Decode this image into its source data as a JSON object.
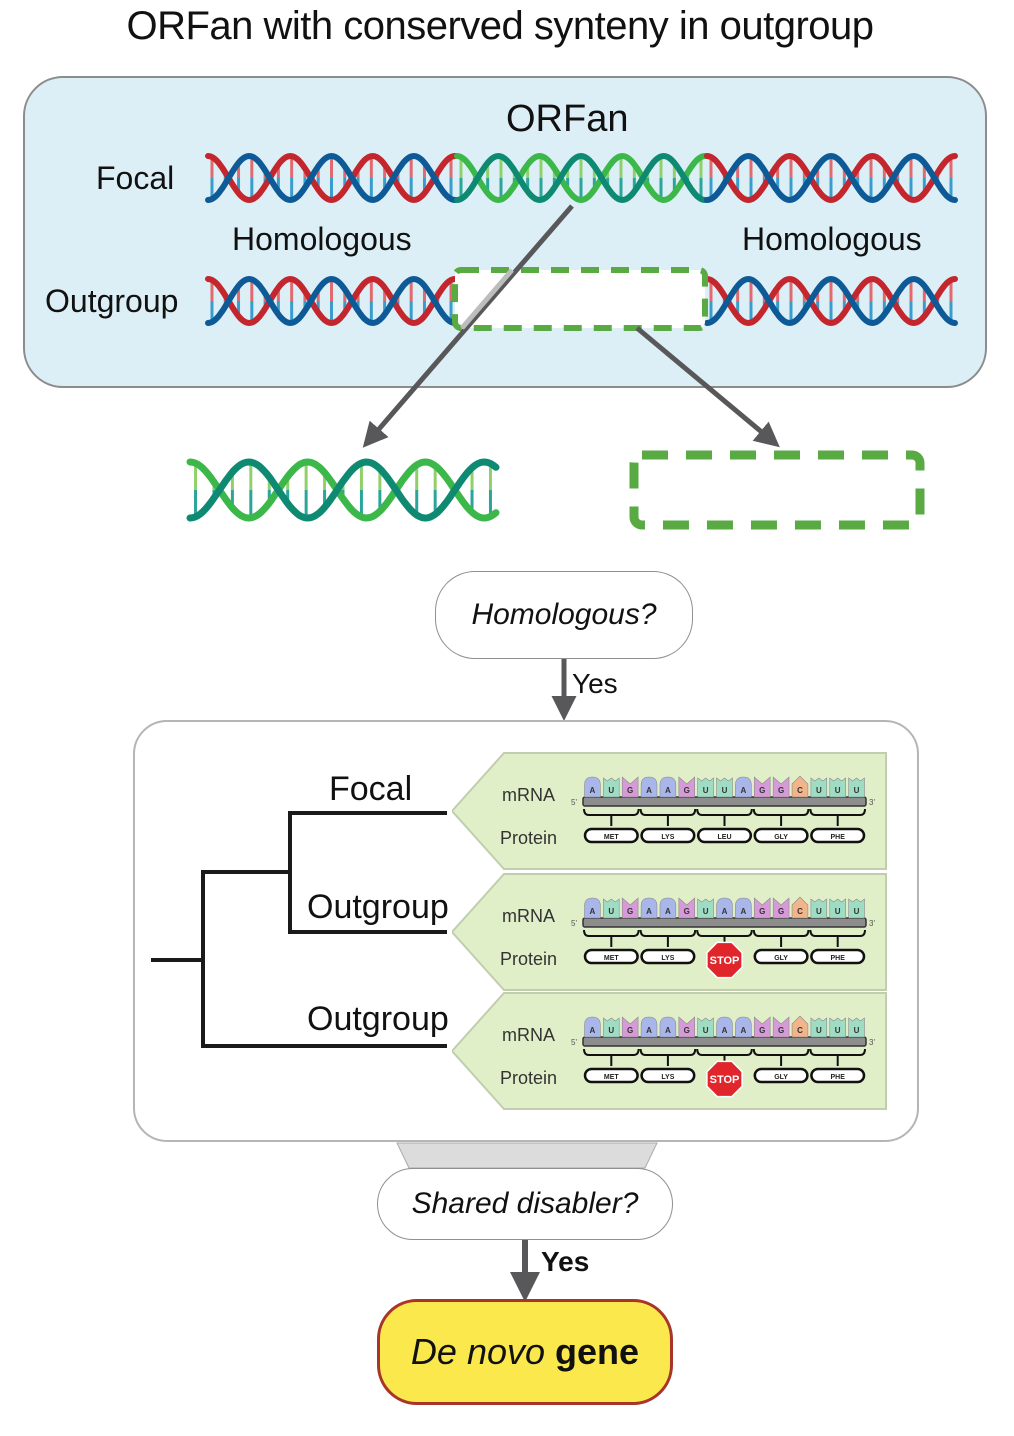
{
  "title": "ORFan with conserved synteny in outgroup",
  "top_panel": {
    "orfan_label": "ORFan",
    "focal_label": "Focal",
    "outgroup_label": "Outgroup",
    "homologous_left": "Homologous",
    "homologous_right": "Homologous"
  },
  "colors": {
    "panel_bg": "#ddeff6",
    "dna_red": "#c4262e",
    "dna_blue": "#0e5a96",
    "dna_green_light": "#3cb84a",
    "dna_green_dark": "#0e8a72",
    "dashed_green": "#5aaa44",
    "arrow_gray": "#58585b",
    "codon_bg": "#e1efc9",
    "result_fill": "#fbe84c",
    "result_border": "#a8352a",
    "stop_red": "#e0262b"
  },
  "decision1": {
    "question": "Homologous?",
    "answer": "Yes"
  },
  "tree": {
    "leaves": [
      {
        "label": "Focal",
        "mrna_label": "mRNA",
        "protein_label": "Protein",
        "five_prime": "5'",
        "three_prime": "3'",
        "nucleotides": [
          "A",
          "U",
          "G",
          "A",
          "A",
          "G",
          "U",
          "U",
          "A",
          "G",
          "G",
          "C",
          "U",
          "U",
          "U"
        ],
        "protein": [
          "MET",
          "LYS",
          "LEU",
          "GLY",
          "PHE"
        ]
      },
      {
        "label": "Outgroup",
        "mrna_label": "mRNA",
        "protein_label": "Protein",
        "five_prime": "5'",
        "three_prime": "3'",
        "nucleotides": [
          "A",
          "U",
          "G",
          "A",
          "A",
          "G",
          "U",
          "A",
          "A",
          "G",
          "G",
          "C",
          "U",
          "U",
          "U"
        ],
        "protein": [
          "MET",
          "LYS",
          "STOP",
          "GLY",
          "PHE"
        ]
      },
      {
        "label": "Outgroup",
        "mrna_label": "mRNA",
        "protein_label": "Protein",
        "five_prime": "5'",
        "three_prime": "3'",
        "nucleotides": [
          "A",
          "U",
          "G",
          "A",
          "A",
          "G",
          "U",
          "A",
          "A",
          "G",
          "G",
          "C",
          "U",
          "U",
          "U"
        ],
        "protein": [
          "MET",
          "LYS",
          "STOP",
          "GLY",
          "PHE"
        ]
      }
    ]
  },
  "decision2": {
    "question": "Shared disabler?",
    "answer": "Yes"
  },
  "result": {
    "italic": "De novo",
    "bold": "gene"
  }
}
